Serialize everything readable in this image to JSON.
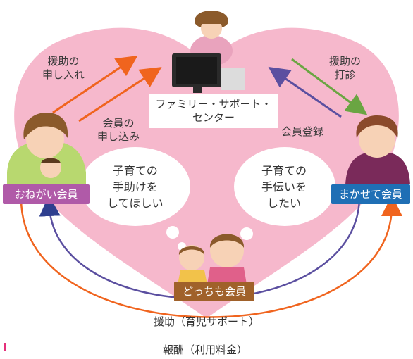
{
  "center": {
    "line1": "ファミリー・サポート・",
    "line2": "センター"
  },
  "left_member": {
    "label": "おねがい会員",
    "color": "#b05aa8"
  },
  "right_member": {
    "label": "まかせて会員",
    "color": "#1f6fb5"
  },
  "both_member": {
    "label": "どっちも会員",
    "color": "#a0612a"
  },
  "arrows": {
    "request_support": {
      "line1": "援助の",
      "line2": "申し入れ"
    },
    "application": {
      "line1": "会員の",
      "line2": "申し込み"
    },
    "sounding": {
      "line1": "援助の",
      "line2": "打診"
    },
    "registration": {
      "label": "会員登録"
    }
  },
  "bubbles": {
    "left": {
      "line1": "子育ての",
      "line2": "手助けを",
      "line3": "してほしい"
    },
    "right": {
      "line1": "子育ての",
      "line2": "手伝いを",
      "line3": "したい"
    }
  },
  "bottom": {
    "support": "援助（育児サポート）",
    "reward": "報酬（利用料金）"
  },
  "colors": {
    "heart": "#f6b8cc",
    "arrow_orange": "#f0641e",
    "arrow_purple": "#5b4fa0",
    "arrow_green": "#6aa542"
  },
  "icons": [
    "staff-person-icon",
    "monitor-icon",
    "mother-with-baby-icon",
    "elderly-woman-icon",
    "parent-and-child-icon"
  ]
}
